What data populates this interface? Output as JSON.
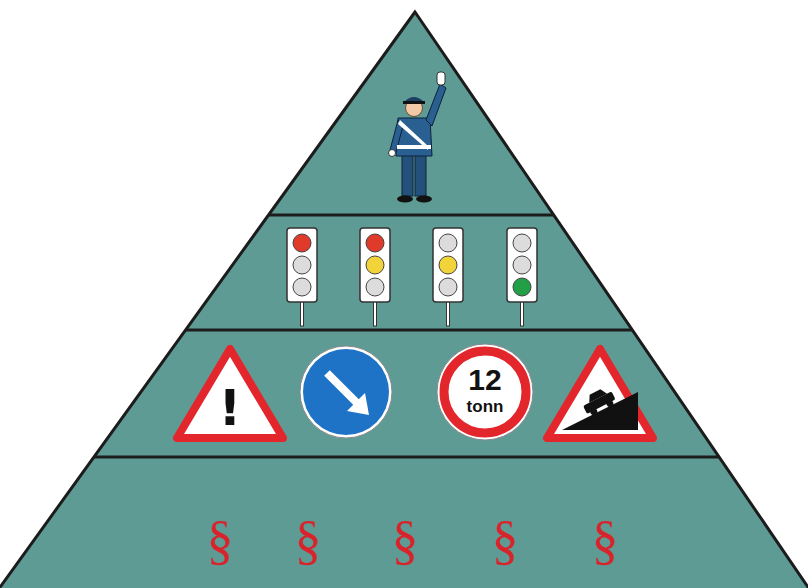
{
  "diagram": {
    "labels": [
      "!",
      "12",
      "tonn",
      "§",
      "§",
      "§",
      "§",
      "§"
    ]
  }
}
